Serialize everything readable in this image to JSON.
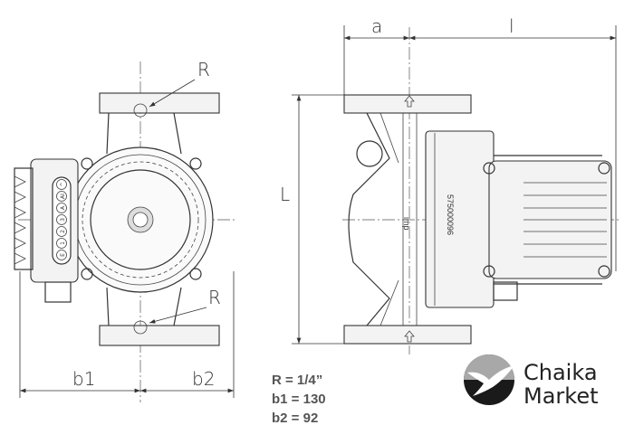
{
  "drawing": {
    "dimension_labels": {
      "a": "a",
      "l": "l",
      "L": "L",
      "R_top": "R",
      "R_bottom": "R",
      "b1": "b1",
      "b2": "b2"
    },
    "body_text": {
      "brand_mark": "imp",
      "serial": "575000096"
    },
    "terminal_buttons": [
      "E",
      "1",
      "2",
      "3",
      "A",
      "AI",
      "^"
    ]
  },
  "specs": [
    "R = 1/4”",
    "b1 = 130",
    "b2 = 92"
  ],
  "logo": {
    "line1": "Chaika",
    "line2": "Market"
  }
}
